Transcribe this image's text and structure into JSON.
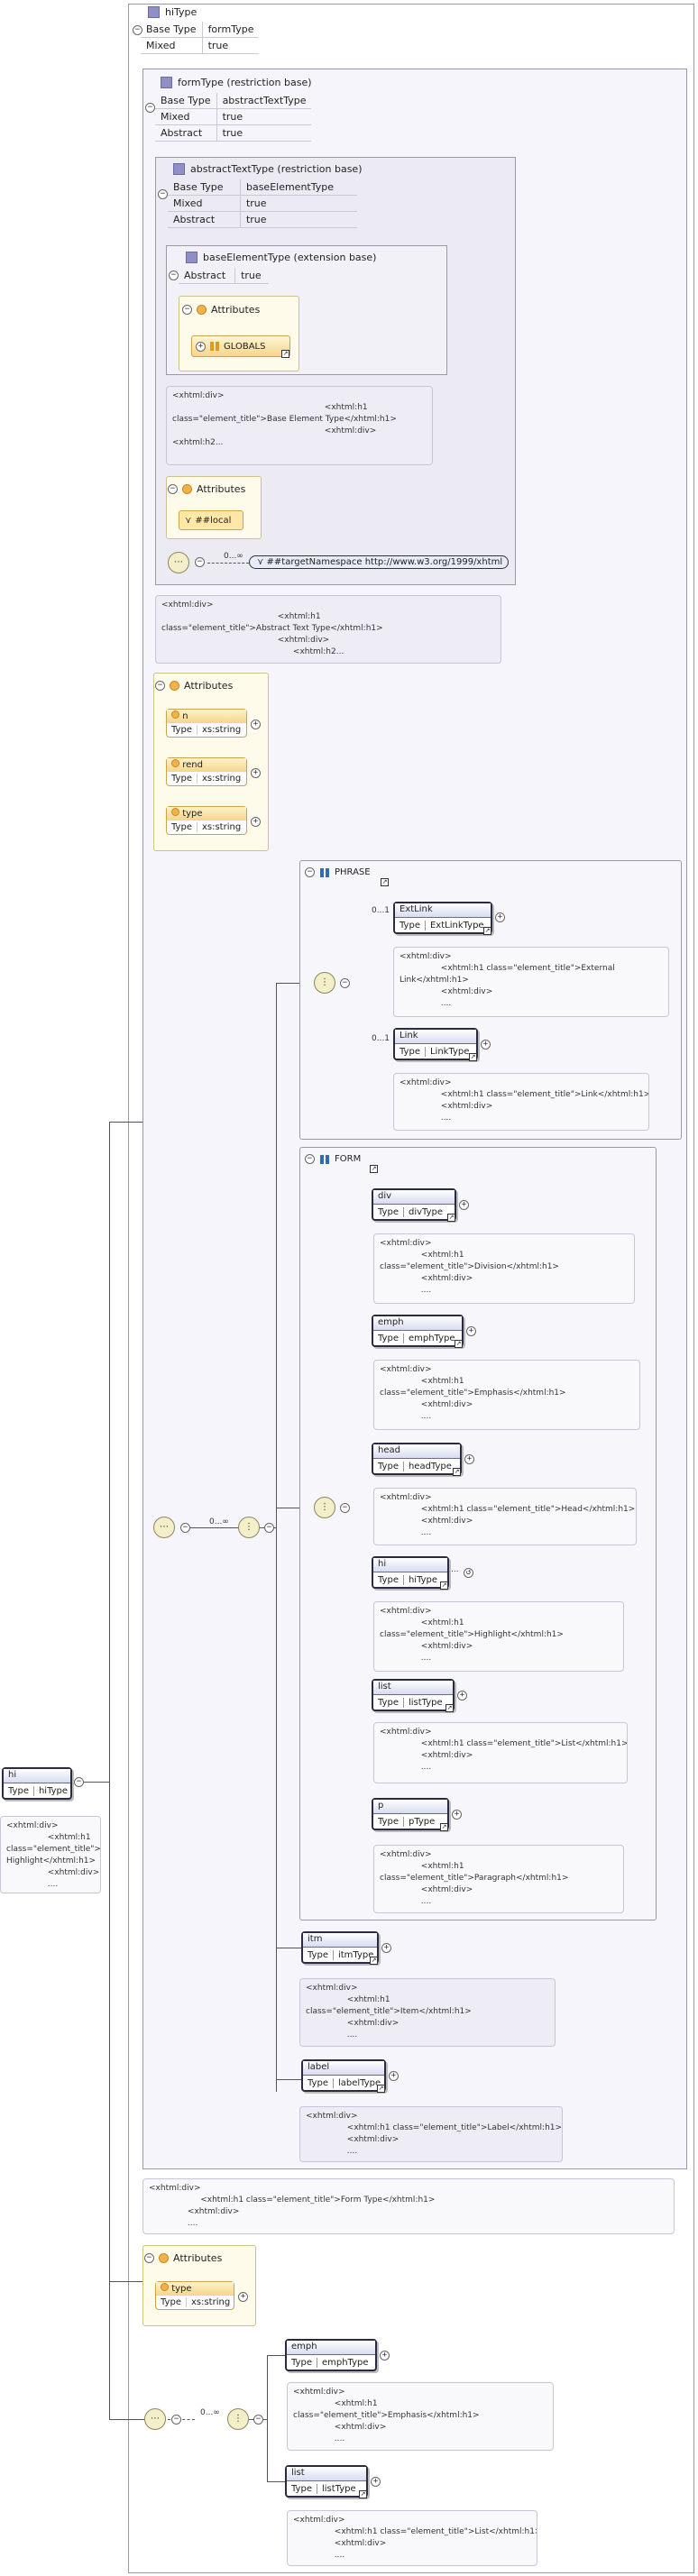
{
  "diagram": {
    "hi_type": {
      "title": "hiType",
      "props": [
        {
          "k": "Base Type",
          "v": "formType"
        },
        {
          "k": "Mixed",
          "v": "true"
        }
      ]
    },
    "form_type": {
      "title": "formType (restriction base)",
      "props": [
        {
          "k": "Base Type",
          "v": "abstractTextType"
        },
        {
          "k": "Mixed",
          "v": "true"
        },
        {
          "k": "Abstract",
          "v": "true"
        }
      ],
      "doc": "<xhtml:div>\n                    <xhtml:h1 class=\"element_title\">Form Type</xhtml:h1>\n               <xhtml:div>\n               ...."
    },
    "abstract_text_type": {
      "title": "abstractTextType (restriction base)",
      "props": [
        {
          "k": "Base Type",
          "v": "baseElementType"
        },
        {
          "k": "Mixed",
          "v": "true"
        },
        {
          "k": "Abstract",
          "v": "true"
        }
      ],
      "doc": "<xhtml:div>\n                                             <xhtml:h1\nclass=\"element_title\">Abstract Text Type</xhtml:h1>\n                                             <xhtml:div>\n                                                   <xhtml:h2..."
    },
    "base_element_type": {
      "title": "baseElementType (extension base)",
      "props": [
        {
          "k": "Abstract",
          "v": "true"
        }
      ],
      "attributes_label": "Attributes",
      "globals": "GLOBALS",
      "doc": "<xhtml:div>\n                                                           <xhtml:h1\nclass=\"element_title\">Base Element Type</xhtml:h1>\n                                                           <xhtml:div>\n<xhtml:h2..."
    },
    "abstract_attrs": {
      "label": "Attributes",
      "local": "##local"
    },
    "any": {
      "card": "0...∞",
      "text": "##targetNamespace http://www.w3.org/1999/xhtml"
    },
    "hi_attrs": {
      "label": "Attributes",
      "items": [
        {
          "name": "n",
          "type": "xs:string"
        },
        {
          "name": "rend",
          "type": "xs:string"
        },
        {
          "name": "type",
          "type": "xs:string"
        }
      ]
    },
    "phrase": {
      "label": "PHRASE",
      "elements": [
        {
          "name": "ExtLink",
          "type": "ExtLinkType",
          "card": "0...1",
          "doc": "<xhtml:div>\n                <xhtml:h1 class=\"element_title\">External\nLink</xhtml:h1>\n                <xhtml:div>\n                ...."
        },
        {
          "name": "Link",
          "type": "LinkType",
          "card": "0...1",
          "doc": "<xhtml:div>\n                <xhtml:h1 class=\"element_title\">Link</xhtml:h1>\n                <xhtml:div>\n                ...."
        }
      ]
    },
    "choice_card": "0...∞",
    "form": {
      "label": "FORM",
      "elements": [
        {
          "name": "div",
          "type": "divType",
          "doc": "<xhtml:div>\n                <xhtml:h1\nclass=\"element_title\">Division</xhtml:h1>\n                <xhtml:div>\n                ...."
        },
        {
          "name": "emph",
          "type": "emphType",
          "doc": "<xhtml:div>\n                <xhtml:h1\nclass=\"element_title\">Emphasis</xhtml:h1>\n                <xhtml:div>\n                ...."
        },
        {
          "name": "head",
          "type": "headType",
          "doc": "<xhtml:div>\n                <xhtml:h1 class=\"element_title\">Head</xhtml:h1>\n                <xhtml:div>\n                ...."
        },
        {
          "name": "hi",
          "type": "hiType",
          "doc": "<xhtml:div>\n                <xhtml:h1\nclass=\"element_title\">Highlight</xhtml:h1>\n                <xhtml:div>\n                ...."
        },
        {
          "name": "list",
          "type": "listType",
          "doc": "<xhtml:div>\n                <xhtml:h1 class=\"element_title\">List</xhtml:h1>\n                <xhtml:div>\n                ...."
        },
        {
          "name": "p",
          "type": "pType",
          "doc": "<xhtml:div>\n                <xhtml:h1\nclass=\"element_title\">Paragraph</xhtml:h1>\n                <xhtml:div>\n                ...."
        }
      ]
    },
    "itm": {
      "name": "itm",
      "type": "itmType",
      "doc": "<xhtml:div>\n                <xhtml:h1\nclass=\"element_title\">Item</xhtml:h1>\n                <xhtml:div>\n                ...."
    },
    "label": {
      "name": "label",
      "type": "labelType",
      "doc": "<xhtml:div>\n                <xhtml:h1 class=\"element_title\">Label</xhtml:h1>\n                <xhtml:div>\n                ...."
    },
    "root": {
      "name": "hi",
      "type": "hiType",
      "doc": "<xhtml:div>\n                <xhtml:h1\nclass=\"element_title\">\nHighlight</xhtml:h1>\n                <xhtml:div>\n                ...."
    },
    "bottom_attrs": {
      "label": "Attributes",
      "items": [
        {
          "name": "type",
          "type": "xs:string"
        }
      ]
    },
    "bottom_card": "0...∞",
    "bottom_elements": [
      {
        "name": "emph",
        "type": "emphType",
        "doc": "<xhtml:div>\n                <xhtml:h1\nclass=\"element_title\">Emphasis</xhtml:h1>\n                <xhtml:div>\n                ...."
      },
      {
        "name": "list",
        "type": "listType",
        "doc": "<xhtml:div>\n                <xhtml:h1 class=\"element_title\">List</xhtml:h1>\n                <xhtml:div>\n                ...."
      }
    ],
    "labels": {
      "type": "Type",
      "dots": "..."
    }
  }
}
